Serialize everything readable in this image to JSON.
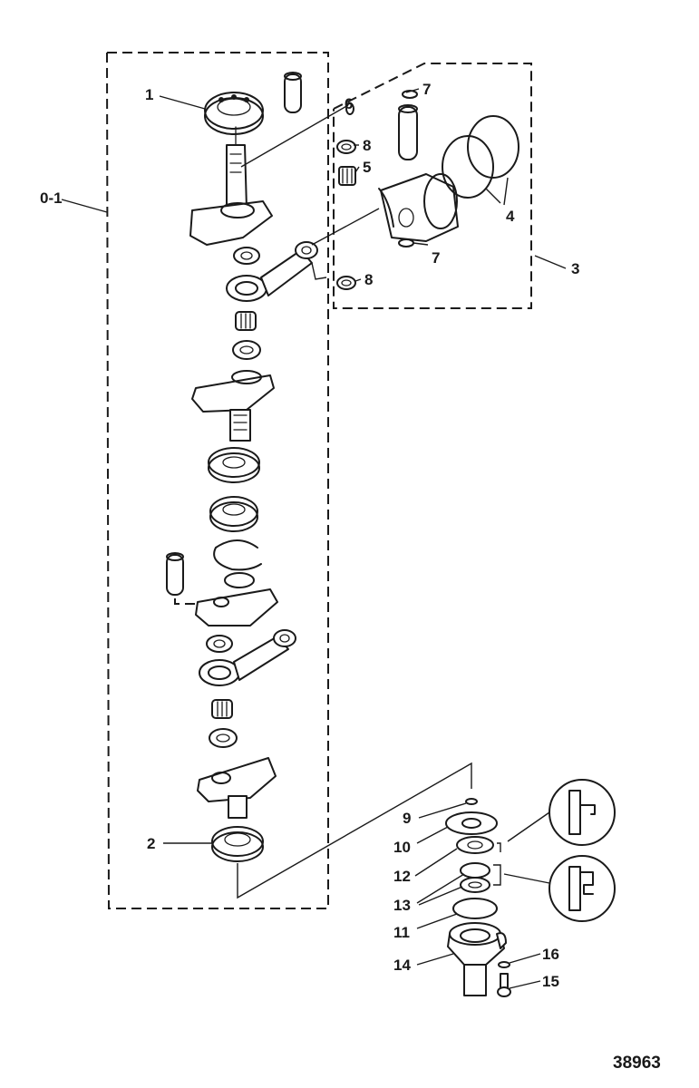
{
  "figure": {
    "number": "38963"
  },
  "callouts": {
    "c1": "1",
    "c2": "2",
    "c3": "3",
    "c4": "4",
    "c5": "5",
    "c6": "6",
    "c7a": "7",
    "c7b": "7",
    "c8a": "8",
    "c8b": "8",
    "c9": "9",
    "c10": "10",
    "c11": "11",
    "c12": "12",
    "c13": "13",
    "c14": "14",
    "c15": "15",
    "c16": "16",
    "c01": "0-1"
  }
}
